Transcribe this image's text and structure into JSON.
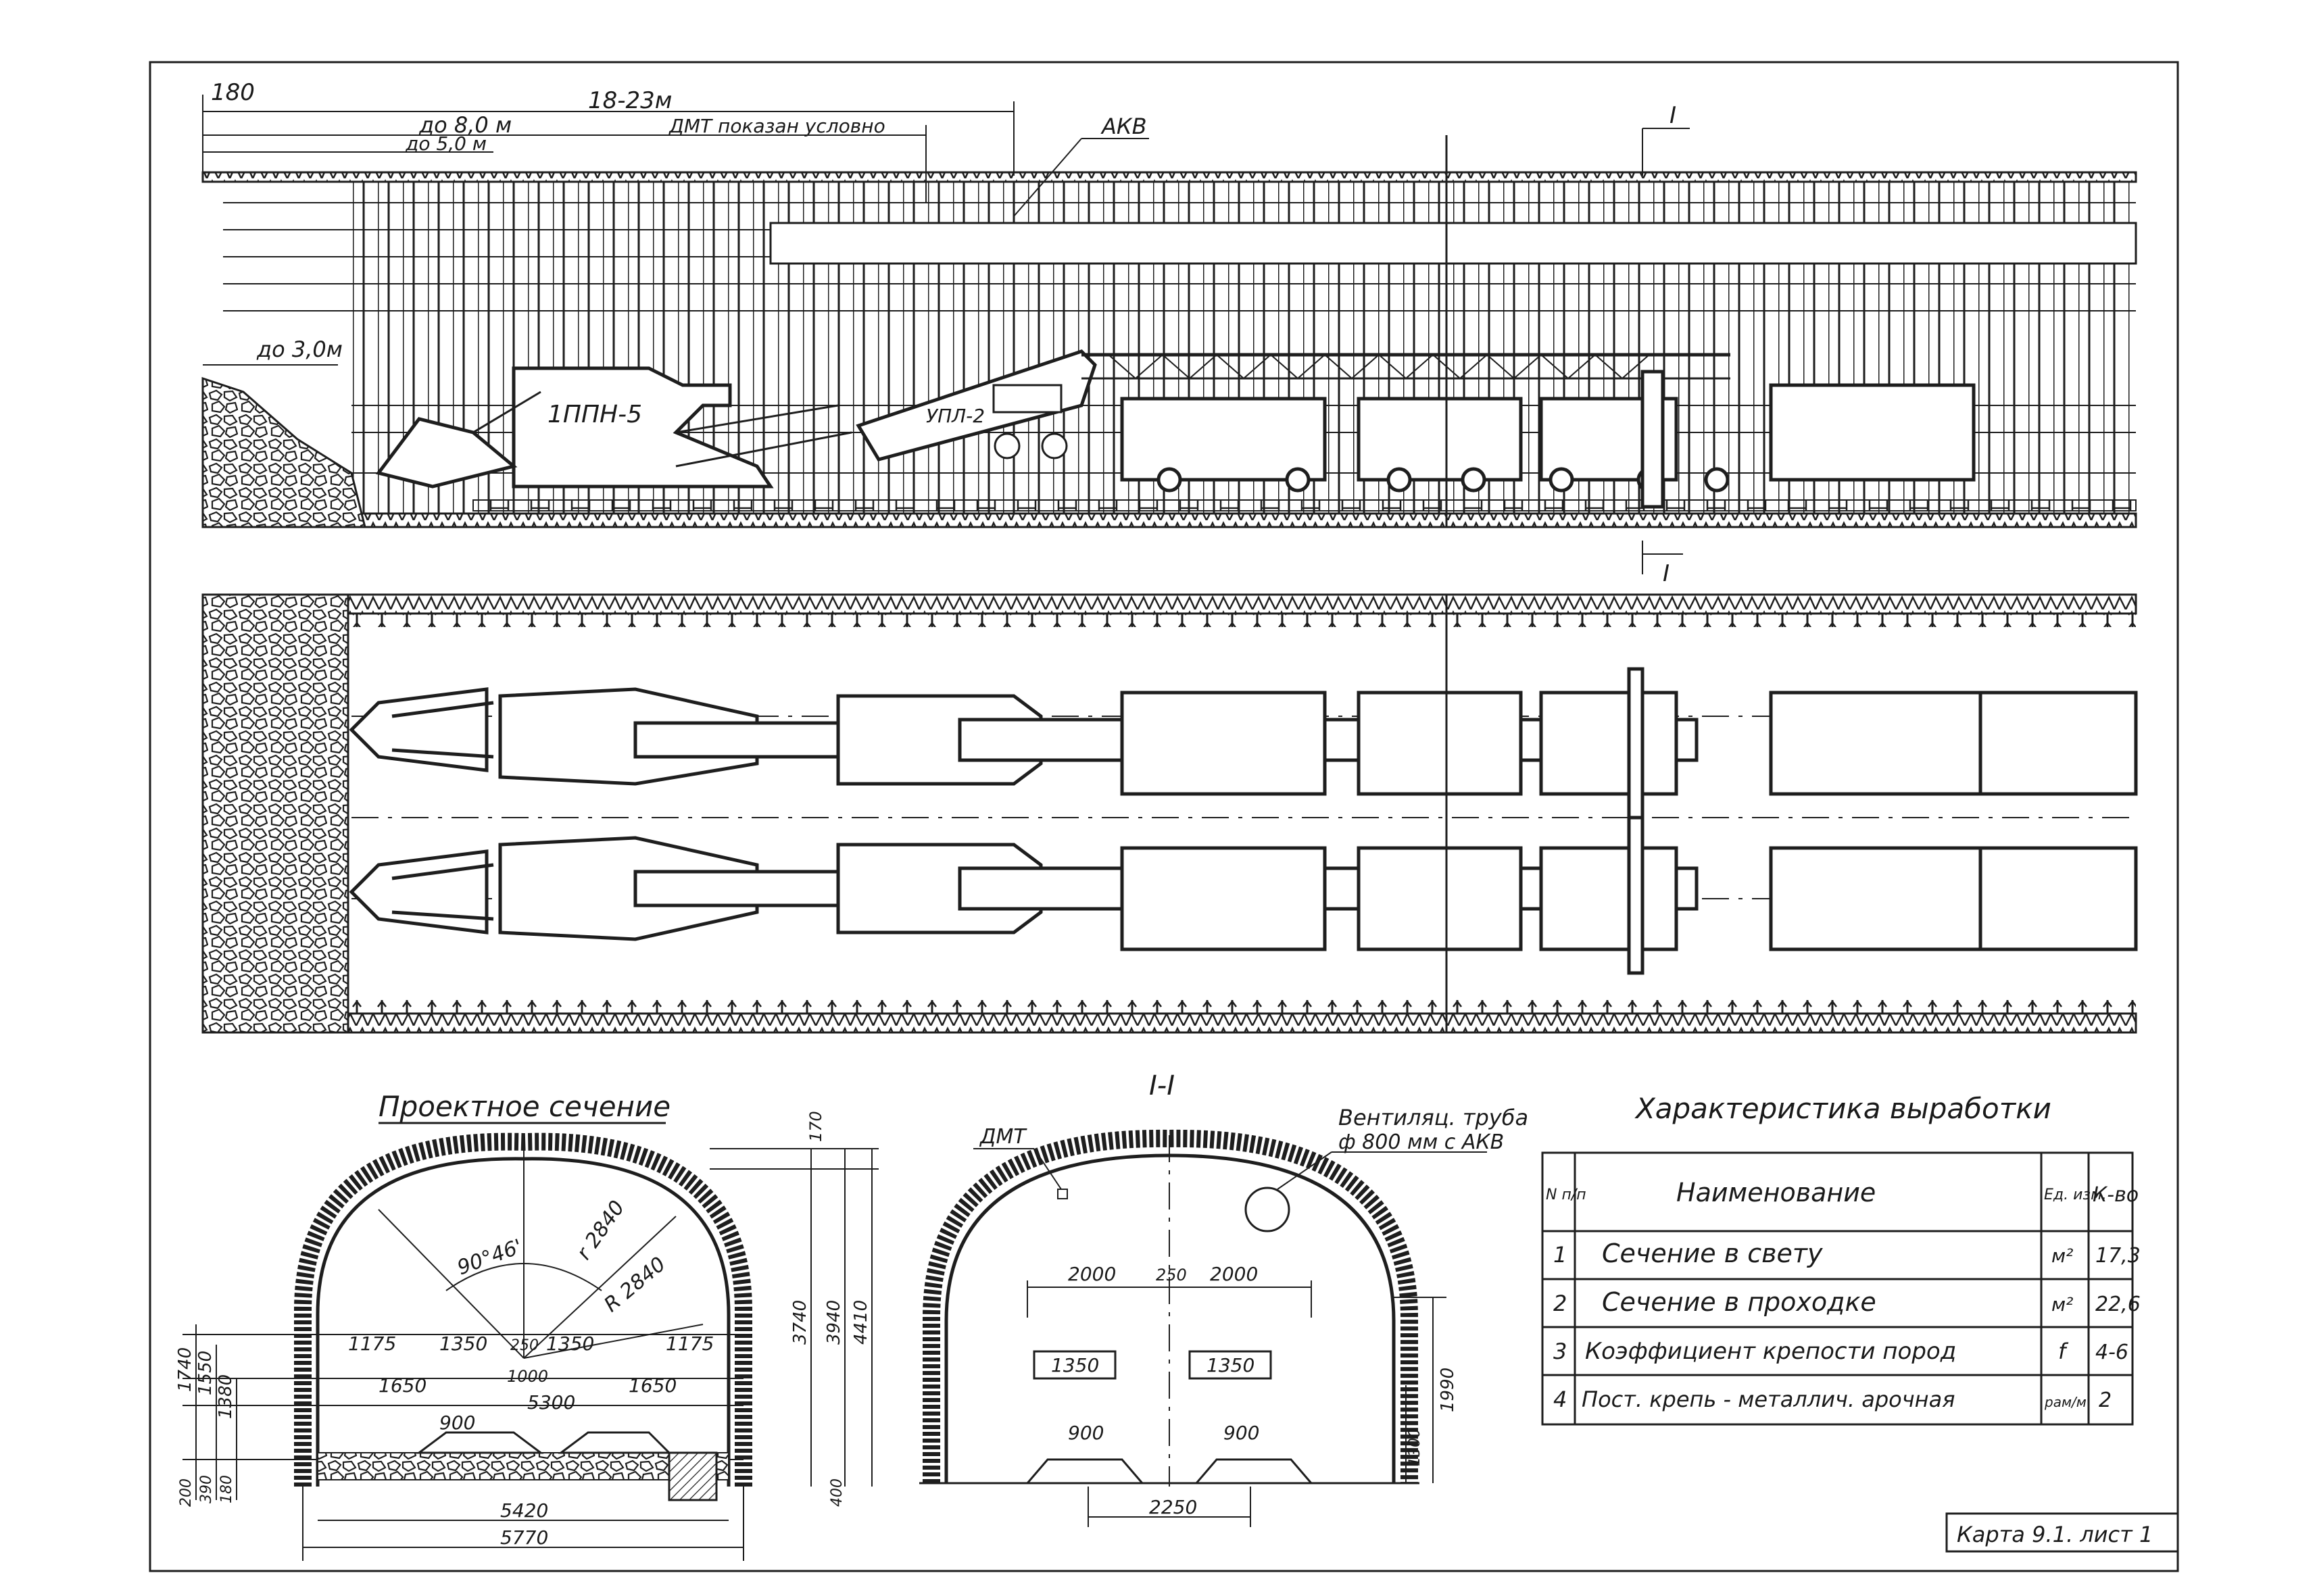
{
  "longitudinal": {
    "dim_180": "180",
    "dim_18_23": "18-23м",
    "dim_do8": "до 8,0 м",
    "dim_do5": "до 5,0 м",
    "dmt_note": "ДМТ показан условно",
    "akv_label": "АКВ",
    "dim_do3": "до 3,0м",
    "loader_label": "1ППН-5",
    "conveyor_label": "УПЛ-2",
    "section_mark_top": "I",
    "section_mark_bottom": "I"
  },
  "design_section": {
    "title": "Проектное сечение",
    "angle": "90°46'",
    "r1": "r 2840",
    "r2": "R 2840",
    "dims": {
      "d1175a": "1175",
      "d1350a": "1350",
      "d250": "250",
      "d1350b": "1350",
      "d1175b": "1175",
      "d1650a": "1650",
      "d1000": "1000",
      "d1650b": "1650",
      "d5300": "5300",
      "d900": "900",
      "d5420": "5420",
      "d5770": "5770",
      "d1740": "1740",
      "d1550": "1550",
      "d1380": "1380",
      "d200": "200",
      "d390": "390",
      "d180": "180",
      "d170": "170",
      "d3740": "3740",
      "d3940": "3940",
      "d4410": "4410",
      "d400": "400"
    }
  },
  "section_1_1": {
    "title": "I-I",
    "dmt": "ДМТ",
    "pipe_label_1": "Вентиляц. труба",
    "pipe_label_2": "ф 800 мм с АКВ",
    "dims": {
      "d2000a": "2000",
      "d250": "250",
      "d2000b": "2000",
      "d1350a": "1350",
      "d1350b": "1350",
      "d900a": "900",
      "d900b": "900",
      "d2250": "2250",
      "d1990": "1990",
      "d1300": "1300"
    }
  },
  "table": {
    "title": "Характеристика выработки",
    "headers": {
      "num": "N п/п",
      "name": "Наименование",
      "unit": "Ед. изм.",
      "qty": "К-во"
    },
    "rows": [
      {
        "num": "1",
        "name": "Сечение в свету",
        "unit": "м²",
        "qty": "17,3"
      },
      {
        "num": "2",
        "name": "Сечение в проходке",
        "unit": "м²",
        "qty": "22,6"
      },
      {
        "num": "3",
        "name": "Коэффициент крепости пород",
        "unit": "f",
        "qty": "4-6"
      },
      {
        "num": "4",
        "name": "Пост. крепь - металлич. арочная",
        "unit": "рам/м",
        "qty": "2"
      }
    ]
  },
  "stamp": "Карта 9.1. лист 1"
}
